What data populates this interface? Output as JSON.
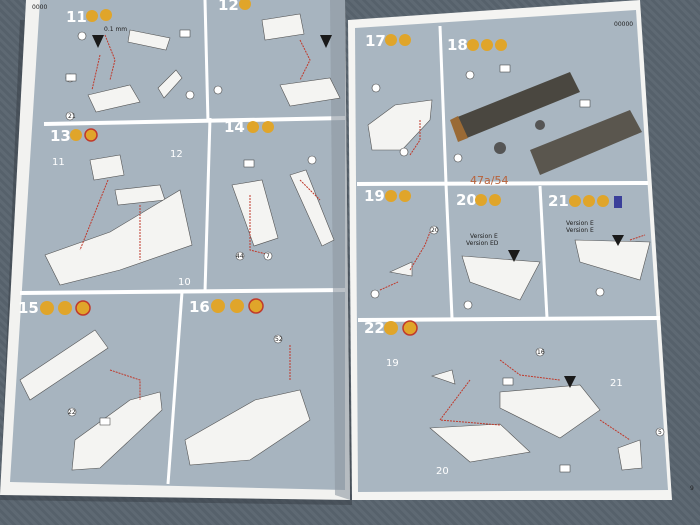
{
  "page": {
    "header_left": "0000",
    "header_right": "00000",
    "footer_right": "9"
  },
  "steps": [
    {
      "number": "11"
    },
    {
      "number": "12"
    },
    {
      "number": "13"
    },
    {
      "number": "14"
    },
    {
      "number": "15"
    },
    {
      "number": "16"
    },
    {
      "number": "17"
    },
    {
      "number": "18"
    },
    {
      "number": "19"
    },
    {
      "number": "20"
    },
    {
      "number": "21"
    },
    {
      "number": "22"
    }
  ],
  "labels": {
    "dim_note": "0.1 mm",
    "step13_part_a": "11",
    "step13_part_b": "12",
    "step13_part_c": "10",
    "step18_ref": "47a/54",
    "version_a_line1": "Version E",
    "version_a_line2": "Version ED",
    "version_b_line1": "Version E",
    "version_b_line2": "Version E",
    "step22_part_a": "19",
    "step22_part_b": "21",
    "step22_part_c": "20",
    "callout_21": "21",
    "callout_22": "22",
    "callout_52": "52",
    "callout_44": "44",
    "callout_7": "7",
    "callout_20": "20",
    "callout_16": "16",
    "callout_5": "5"
  }
}
